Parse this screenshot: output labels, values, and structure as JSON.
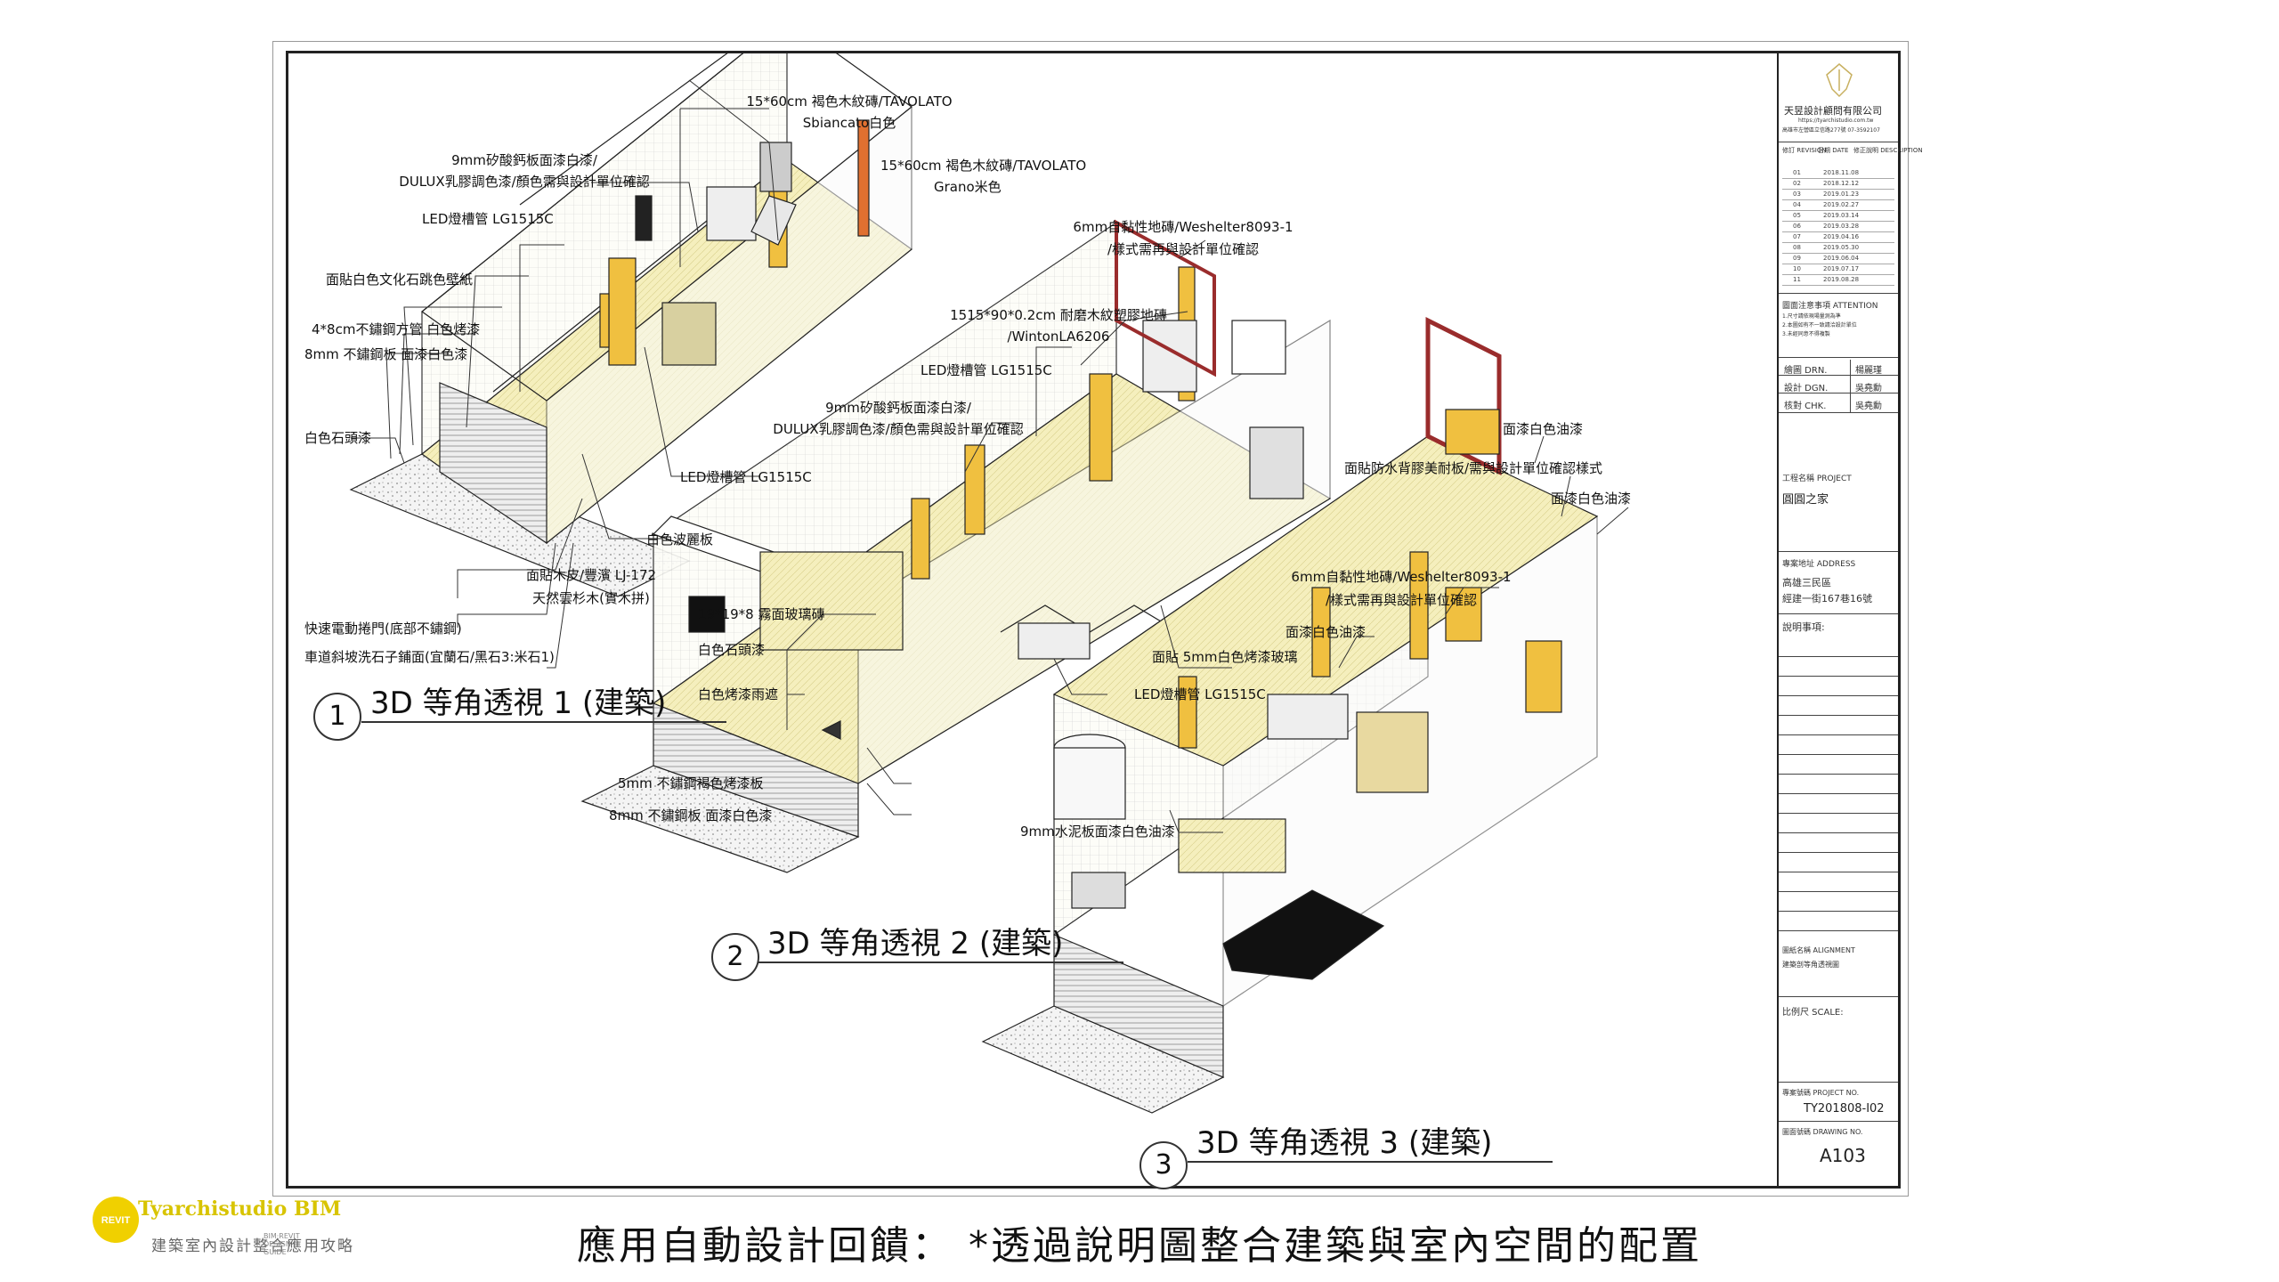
{
  "caption": "應用自動設計回饋： *透過說明圖整合建築與室內空間的配置",
  "logo": {
    "brand": "Tyarchistudio BIM",
    "badge": "REVIT",
    "subtitle": "建築室內設計整合應用攻略",
    "subtitle_en": "BIM·REVIT DESIGN GUIDE"
  },
  "views": [
    {
      "number": "1",
      "title": "3D 等角透視 1 (建築)"
    },
    {
      "number": "2",
      "title": "3D 等角透視 2 (建築)"
    },
    {
      "number": "3",
      "title": "3D 等角透視 3 (建築)"
    }
  ],
  "annotations": {
    "v1": [
      "15*60cm 褐色木紋磚/TAVOLATO",
      "Sbiancato白色",
      "15*60cm 褐色木紋磚/TAVOLATO",
      "Grano米色",
      "9mm矽酸鈣板面漆白漆/",
      "DULUX乳膠調色漆/顏色需與設計單位確認",
      "LED燈槽管 LG1515C",
      "面貼白色文化石跳色壁紙",
      "4*8cm不鏽鋼方管 白色烤漆",
      "8mm 不鏽鋼板 面漆白色漆",
      "白色石頭漆",
      "LED燈槽管 LG1515C",
      "白色波麗板",
      "面貼木皮/豐濱 LJ-172",
      "天然雲杉木(實木拼)",
      "快速電動捲門(底部不鏽鋼)",
      "車道斜坡洗石子鋪面(宜蘭石/黑石3:米石1)"
    ],
    "v2": [
      "6mm自黏性地磚/Weshelter8093-1",
      "/樣式需再與設計單位確認",
      "1515*90*0.2cm 耐磨木紋塑膠地磚",
      "/WintonLA6206",
      "LED燈槽管 LG1515C",
      "9mm矽酸鈣板面漆白漆/",
      "DULUX乳膠調色漆/顏色需與設計單位確認",
      "19*19*8 霧面玻璃磚",
      "白色石頭漆",
      "白色烤漆雨遮",
      "面貼 5mm白色烤漆玻璃",
      "LED燈槽管 LG1515C",
      "5mm 不鏽鋼褐色烤漆板",
      "8mm 不鏽鋼板 面漆白色漆"
    ],
    "v3": [
      "面漆白色油漆",
      "面貼防水背膠美耐板/需與設計單位確認樣式",
      "面漆白色油漆",
      "6mm自黏性地磚/Weshelter8093-1",
      "/樣式需再與設計單位確認",
      "面漆白色油漆",
      "9mm水泥板面漆白色油漆"
    ]
  },
  "titleblock": {
    "company": "天昱設計顧問有限公司",
    "company_url": "https://tyarchistudio.com.tw",
    "company_addr": "高雄市左營區立信路277號 07-3592107",
    "rev_headers": [
      "修訂 REVISION",
      "日期 DATE",
      "修正說明 DESCRIPTION"
    ],
    "revisions": [
      {
        "no": "01",
        "date": "2018.11.08"
      },
      {
        "no": "02",
        "date": "2018.12.12"
      },
      {
        "no": "03",
        "date": "2019.01.23"
      },
      {
        "no": "04",
        "date": "2019.02.27"
      },
      {
        "no": "05",
        "date": "2019.03.14"
      },
      {
        "no": "06",
        "date": "2019.03.28"
      },
      {
        "no": "07",
        "date": "2019.04.16"
      },
      {
        "no": "08",
        "date": "2019.05.30"
      },
      {
        "no": "09",
        "date": "2019.06.04"
      },
      {
        "no": "10",
        "date": "2019.07.17"
      },
      {
        "no": "11",
        "date": "2019.08.28"
      }
    ],
    "attention_label": "圖面注意事項 ATTENTION",
    "attention_lines": [
      "1.尺寸請依現場量測為準",
      "2.本圖如有不一致請洽設計單位",
      "3.未經同意不得複製"
    ],
    "drn_label": "繪圖 DRN.",
    "drn_value": "楊麗瑾",
    "dgn_label": "設計 DGN.",
    "dgn_value": "吳堯勳",
    "chk_label": "核對 CHK.",
    "chk_value": "吳堯勳",
    "project_label": "工程名稱 PROJECT",
    "project_value": "圓圓之家",
    "address_label": "專案地址 ADDRESS",
    "address_value1": "高雄三民區",
    "address_value2": "經建一街167巷16號",
    "notes_label": "說明事項:",
    "alignment_label": "圖紙名稱 ALIGNMENT",
    "alignment_value": "建築剖等角透視圖",
    "scale_label": "比例尺 SCALE:",
    "project_no_label": "專案號碼 PROJECT NO.",
    "project_no_value": "TY201808-I02",
    "drawing_no_label": "圖面號碼 DRAWING NO.",
    "drawing_no_value": "A103"
  },
  "colors": {
    "accent_yellow": "#f0c040",
    "floor_tone": "#f3efc0",
    "wall_red": "#9a2c2c",
    "logo_yellow": "#d8c400"
  }
}
